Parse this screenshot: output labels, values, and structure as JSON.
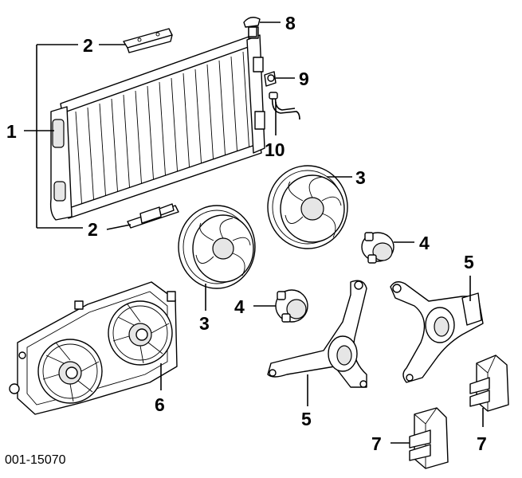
{
  "diagram": {
    "figure_code": "001-15070",
    "callouts": {
      "radiator": "1",
      "bracket_upper": "2",
      "bracket_lower": "2",
      "fan_right": "3",
      "fan_left": "3",
      "motor_right": "4",
      "motor_left": "4",
      "bracket_right": "5",
      "bracket_left": "5",
      "shroud": "6",
      "mount_left": "7",
      "mount_right": "7",
      "cap": "8",
      "valve": "9",
      "hose": "10"
    }
  }
}
